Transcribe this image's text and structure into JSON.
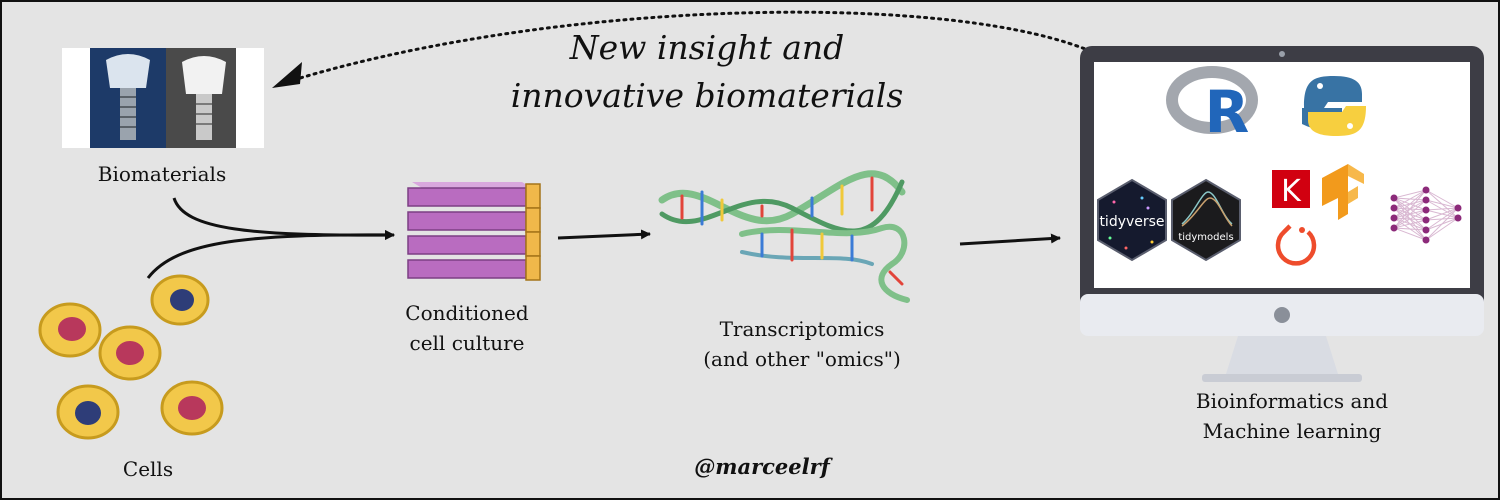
{
  "headline": {
    "line1": "New insight and",
    "line2": "innovative biomaterials"
  },
  "labels": {
    "biomaterials": "Biomaterials",
    "cells": "Cells",
    "culture_line1": "Conditioned",
    "culture_line2": "cell culture",
    "omics_line1": "Transcriptomics",
    "omics_line2": "(and other \"omics\")",
    "bioinf_line1": "Bioinformatics and",
    "bioinf_line2": "Machine learning"
  },
  "screen_logos": {
    "r": "R",
    "tidyverse": "tidyverse",
    "tidymodels": "tidymodels",
    "keras": "K"
  },
  "credit": "@marceelrf",
  "colors": {
    "background": "#e4e4e4",
    "cell_yellow": "#f2c84a",
    "nucleus_red": "#b8385c",
    "nucleus_blue": "#2e3d78",
    "flask_purple": "#b96cc0",
    "dna_green": "#7fc089",
    "monitor_dark": "#3d3d45",
    "r_blue": "#2166ba",
    "python_blue": "#3873a4",
    "python_yellow": "#f7cf3f",
    "keras_red": "#d10010",
    "tensorflow_orange": "#f29a1c",
    "pytorch_red": "#ee4c2c",
    "nn_purple": "#8c2a7a"
  },
  "icons": [
    "dental-implant-icon",
    "cell-icon",
    "flask-stack-icon",
    "dna-helix-icon",
    "monitor-icon",
    "r-logo-icon",
    "python-logo-icon",
    "tidyverse-hex-icon",
    "tidymodels-hex-icon",
    "keras-logo-icon",
    "tensorflow-logo-icon",
    "pytorch-logo-icon",
    "neural-network-icon"
  ]
}
